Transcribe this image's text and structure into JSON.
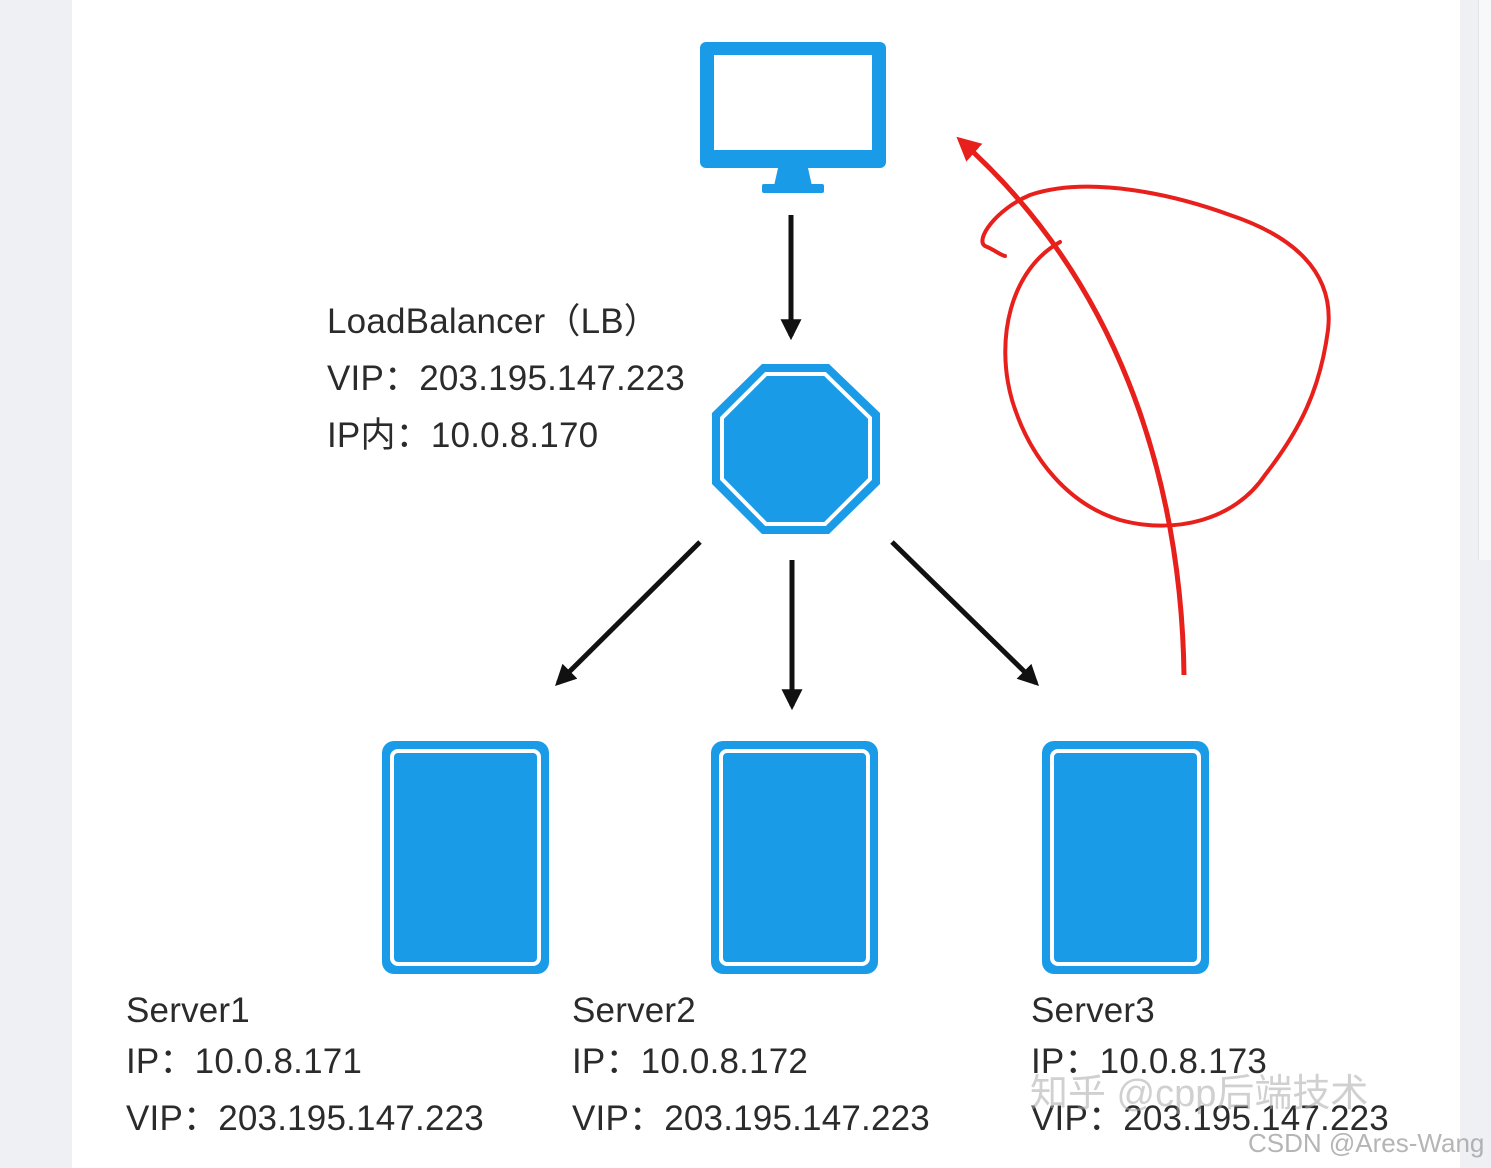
{
  "load_balancer": {
    "name": "LoadBalancer（LB）",
    "vip": "VIP：203.195.147.223",
    "ip_internal": "IP内：10.0.8.170"
  },
  "servers": [
    {
      "name": "Server1",
      "ip": "IP：10.0.8.171",
      "vip": "VIP：203.195.147.223"
    },
    {
      "name": "Server2",
      "ip": "IP：10.0.8.172",
      "vip": "VIP：203.195.147.223"
    },
    {
      "name": "Server3",
      "ip": "IP：10.0.8.173",
      "vip": "VIP：203.195.147.223"
    }
  ],
  "watermarks": {
    "zhihu": "知乎 @cpp后端技术",
    "csdn": "CSDN @Ares-Wang"
  },
  "colors": {
    "device_blue": "#1a9be8",
    "arrow_black": "#111111",
    "annotation_red": "#e8201c"
  },
  "icons": [
    "monitor-icon",
    "octagon-icon",
    "server-icon"
  ]
}
